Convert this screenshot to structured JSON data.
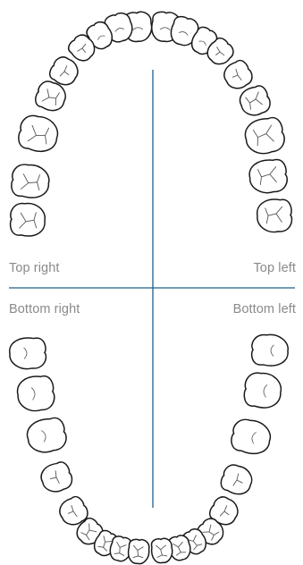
{
  "diagram": {
    "quadrants": {
      "top_right": "Top right",
      "top_left": "Top left",
      "bottom_right": "Bottom right",
      "bottom_left": "Bottom left"
    },
    "upper_arch": {
      "right_side": [
        "central-incisor",
        "lateral-incisor",
        "canine",
        "first-premolar",
        "second-premolar",
        "first-molar",
        "second-molar",
        "third-molar"
      ],
      "left_side": [
        "central-incisor",
        "lateral-incisor",
        "canine",
        "first-premolar",
        "second-premolar",
        "first-molar",
        "second-molar",
        "third-molar"
      ]
    },
    "lower_arch": {
      "right_side": [
        "central-incisor",
        "lateral-incisor",
        "canine",
        "first-premolar",
        "second-premolar",
        "first-molar",
        "second-molar",
        "third-molar"
      ],
      "left_side": [
        "central-incisor",
        "lateral-incisor",
        "canine",
        "first-premolar",
        "second-premolar",
        "first-molar",
        "second-molar",
        "third-molar"
      ]
    },
    "colors": {
      "tooth_outline": "#1a1a1a",
      "fissure": "#555555",
      "axis_line": "#1f5f8b",
      "label_text": "#8a8a8a"
    }
  }
}
